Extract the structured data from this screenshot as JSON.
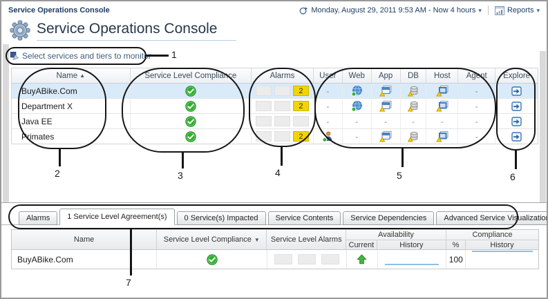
{
  "header": {
    "breadcrumb": "Service Operations Console",
    "title": "Service Operations Console",
    "time_range": "Monday, August 29, 2011 9:53 AM - Now 4 hours",
    "reports_label": "Reports"
  },
  "toolbar": {
    "select_services_label": "Select services and tiers to monitor"
  },
  "services_table": {
    "columns": [
      "Name",
      "Service Level Compliance",
      "Alarms",
      "User",
      "Web",
      "App",
      "DB",
      "Host",
      "Agent",
      "Explore"
    ],
    "sort_column": "Name",
    "sort_direction": "ascending",
    "rows": [
      {
        "name": "BuyABike.Com",
        "selected": true,
        "compliance_icon": "status-ok-icon",
        "alarms": [
          "",
          "",
          "2"
        ],
        "user": "-",
        "web_icon": "web-globe-icon",
        "app_icon": "app-warning-icon",
        "db_icon": "db-warning-icon",
        "host_icon": "host-warning-icon",
        "agent": "-",
        "explore_icon": "explore-icon"
      },
      {
        "name": "Department X",
        "selected": false,
        "compliance_icon": "status-ok-icon",
        "alarms": [
          "",
          "",
          "2"
        ],
        "user": "-",
        "web_icon": "web-globe-icon",
        "app_icon": "app-warning-icon",
        "db_icon": "db-warning-icon",
        "host_icon": "host-warning-icon",
        "agent": "-",
        "explore_icon": "explore-icon"
      },
      {
        "name": "Java EE",
        "selected": false,
        "compliance_icon": "status-ok-icon",
        "alarms": [
          "",
          "",
          ""
        ],
        "user": "-",
        "web": "-",
        "app": "-",
        "db": "-",
        "host": "-",
        "agent": "-",
        "explore_icon": "explore-icon"
      },
      {
        "name": "Primates",
        "selected": false,
        "compliance_icon": "status-ok-icon",
        "alarms": [
          "",
          "",
          "2"
        ],
        "user_icon": "user-active-icon",
        "web": "-",
        "app_icon": "app-warning-icon",
        "db_icon": "db-warning-icon",
        "host_icon": "host-warning-icon",
        "agent": "-",
        "explore_icon": "explore-icon"
      }
    ]
  },
  "tabs": [
    {
      "label": "Alarms",
      "active": false
    },
    {
      "label": "1 Service Level Agreement(s)",
      "active": true
    },
    {
      "label": "0 Service(s) Impacted",
      "active": false
    },
    {
      "label": "Service Contents",
      "active": false
    },
    {
      "label": "Service Dependencies",
      "active": false
    },
    {
      "label": "Advanced Service Visualization",
      "active": false
    }
  ],
  "sla_table": {
    "headers": {
      "name": "Name",
      "service_level_compliance": "Service Level Compliance",
      "service_level_alarms": "Service Level Alarms",
      "availability": "Availability",
      "current": "Current",
      "history": "History",
      "percent": "%",
      "compliance": "Compliance",
      "compliance_history": "History"
    },
    "row": {
      "name": "BuyABike.Com",
      "compliance_icon": "status-ok-icon",
      "availability_current_icon": "up-arrow-icon",
      "percent": "100"
    }
  },
  "annotations": {
    "labels": [
      "1",
      "2",
      "3",
      "4",
      "5",
      "6",
      "7"
    ]
  },
  "colors": {
    "accent_navy": "#1e3a5f",
    "selected_row": "#d9eaf9",
    "alarm_yellow": "#f2d400",
    "check_green": "#2fae2f",
    "sparkline_blue": "#8cc0ea"
  }
}
